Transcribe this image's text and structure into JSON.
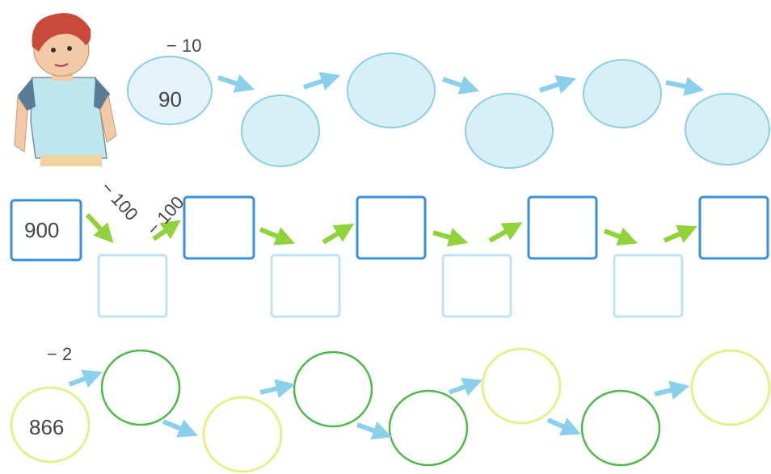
{
  "rows": [
    {
      "step_label": "− 10",
      "start_value": "90",
      "shape": "bubble",
      "cell_color": "#bfe3ee",
      "cell_border": "#8ccfe0",
      "arrow_color": "#8ad0ea"
    },
    {
      "step_label": "− 100",
      "step_label_2": "− 100",
      "start_value": "900",
      "shape": "square",
      "cell_border": "#3a8fd8",
      "cell_border_light": "#bfe3f2",
      "arrow_color": "#8fd23a"
    },
    {
      "step_label": "− 2",
      "start_value": "866",
      "shape": "ring",
      "ring_yellow": "#e6f08a",
      "ring_green": "#4fb84a",
      "arrow_color": "#8ad0ea"
    }
  ],
  "character": {
    "icon": "boy-character-icon",
    "hair_color": "#c84a3a",
    "shirt_color": "#bfe6ee",
    "sleeve_color": "#5b7a96",
    "skin_color": "#f3c9a6"
  }
}
